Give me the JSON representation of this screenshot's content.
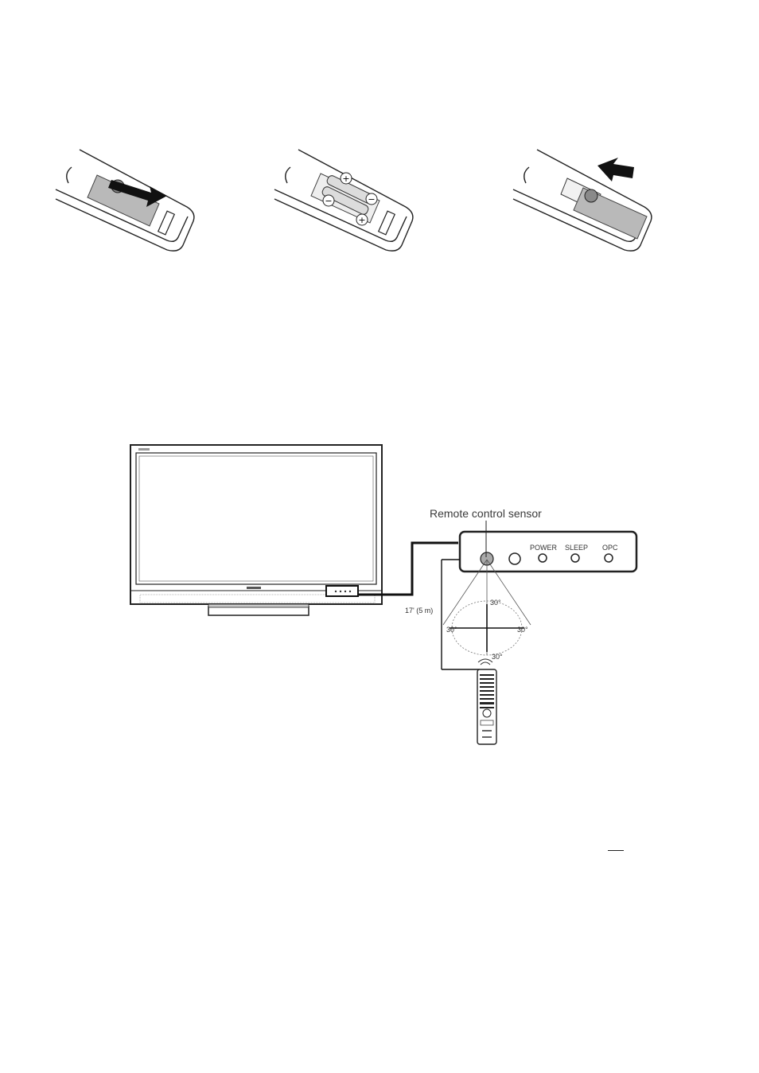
{
  "battery_steps": [
    {
      "step": "open-cover"
    },
    {
      "step": "insert-batteries",
      "polarity_marks": [
        "+",
        "−",
        "−",
        "+"
      ]
    },
    {
      "step": "close-cover"
    }
  ],
  "sensor_diagram": {
    "title": "Remote control sensor",
    "panel_labels": [
      "POWER",
      "SLEEP",
      "OPC"
    ],
    "angles": {
      "top": "30°",
      "left": "30°",
      "right": "30°",
      "bottom": "30°"
    },
    "distance": "17' (5 m)"
  }
}
